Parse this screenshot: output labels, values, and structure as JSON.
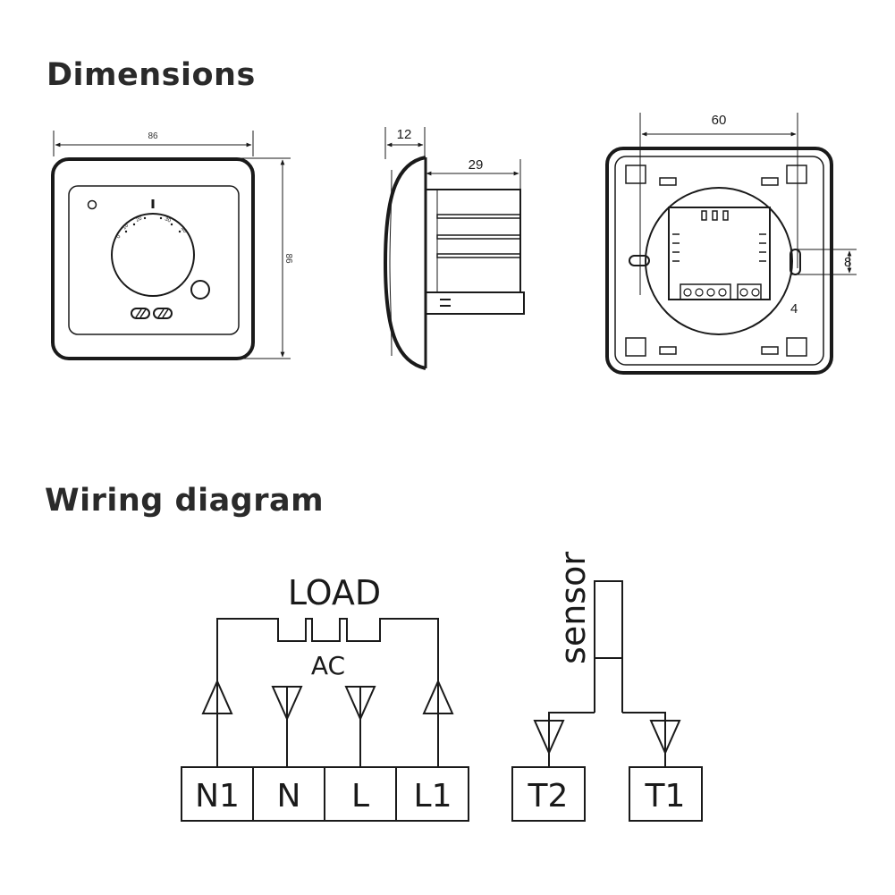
{
  "headings": {
    "dimensions": "Dimensions",
    "wiring": "Wiring diagram"
  },
  "dimensions": {
    "front_width": "86",
    "front_height": "86",
    "side_depth_front": "12",
    "side_depth_back": "29",
    "back_width": "60",
    "back_slot": "8",
    "back_offset": "4",
    "dial_scale": [
      "0",
      "10",
      "20",
      "30",
      "40"
    ]
  },
  "wiring": {
    "load_label": "LOAD",
    "ac_label": "AC",
    "sensor_label": "sensor",
    "terminals_power": [
      "N1",
      "N",
      "L",
      "L1"
    ],
    "terminals_sensor": [
      "T2",
      "T1"
    ]
  }
}
